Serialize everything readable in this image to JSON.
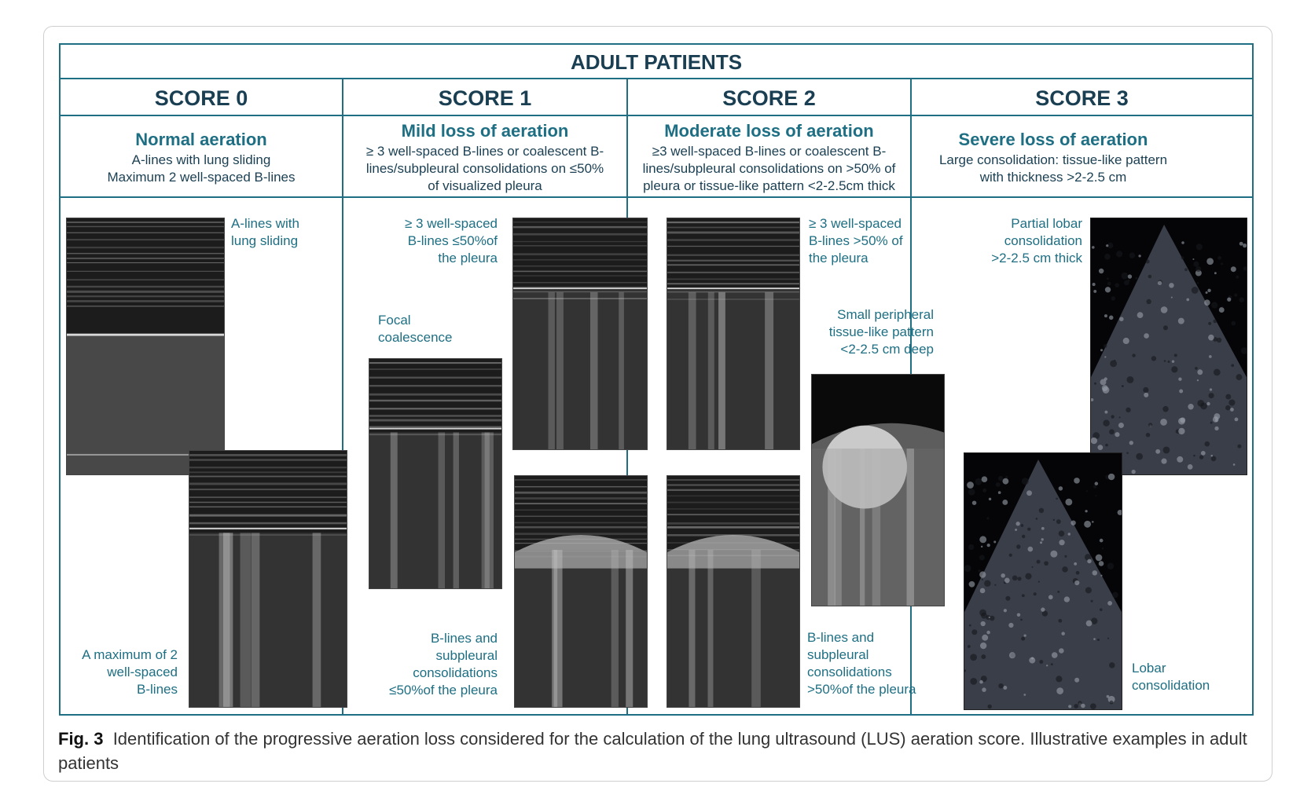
{
  "table": {
    "title": "ADULT PATIENTS",
    "columns": [
      {
        "score": "SCORE 0",
        "heading": "Normal aeration",
        "text": "A-lines with lung sliding\nMaximum 2 well-spaced B-lines"
      },
      {
        "score": "SCORE 1",
        "heading": "Mild loss of aeration",
        "text": "≥ 3 well-spaced B-lines or coalescent B-\nlines/subpleural consolidations on  ≤50%\nof visualized pleura"
      },
      {
        "score": "SCORE 2",
        "heading": "Moderate loss of aeration",
        "text": "≥3 well-spaced B-lines or coalescent B-\nlines/subpleural consolidations on >50% of\npleura or tissue-like pattern <2-2.5cm thick"
      },
      {
        "score": "SCORE 3",
        "heading": "Severe loss of aeration",
        "text": "Large consolidation: tissue-like pattern\nwith thickness >2-2.5 cm"
      }
    ]
  },
  "labels": {
    "s0_a": "A-lines with\nlung sliding",
    "s0_b": "A maximum of 2\nwell-spaced\nB-lines",
    "s1_a": "≥ 3 well-spaced\nB-lines ≤50%of\nthe pleura",
    "s1_b": "Focal\ncoalescence",
    "s1_c": "B-lines and\nsubpleural\nconsolidations\n≤50%of the pleura",
    "s2_a": "≥ 3 well-spaced\nB-lines >50% of\nthe pleura",
    "s2_b": "Small peripheral\ntissue-like pattern\n<2-2.5 cm deep",
    "s2_c": "B-lines and\nsubpleural\nconsolidations\n>50%of the pleura",
    "s3_a": "Partial lobar\nconsolidation\n>2-2.5 cm thick",
    "s3_b": "Lobar\nconsolidation"
  },
  "images": [
    {
      "name": "us-score0-alines",
      "kind": "linear"
    },
    {
      "name": "us-score0-blines",
      "kind": "linear-blines"
    },
    {
      "name": "us-score1-blines",
      "kind": "linear-blines"
    },
    {
      "name": "us-score1-focal",
      "kind": "linear-blines"
    },
    {
      "name": "us-score1-subpleural",
      "kind": "linear-consol"
    },
    {
      "name": "us-score2-blines",
      "kind": "linear-blines"
    },
    {
      "name": "us-score2-subpleural",
      "kind": "linear-consol"
    },
    {
      "name": "us-score2-tissue",
      "kind": "convex-bright"
    },
    {
      "name": "us-score3-partial",
      "kind": "sector"
    },
    {
      "name": "us-score3-lobar",
      "kind": "sector"
    }
  ],
  "caption": {
    "label": "Fig. 3",
    "text": "Identification of the progressive aeration loss considered for the calculation of the lung ultrasound (LUS) aeration score. Illustrative examples in adult patients"
  }
}
